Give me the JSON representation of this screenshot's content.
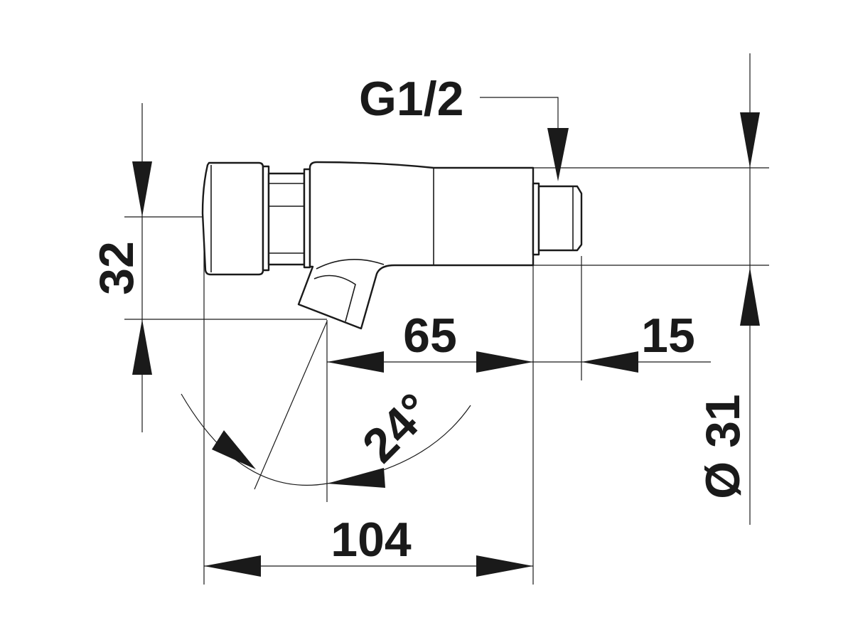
{
  "drawing": {
    "label_thread": "G1/2",
    "label_height": "32",
    "label_body_length": "65",
    "label_thread_length": "15",
    "label_angle": "24°",
    "label_total_length": "104",
    "label_diameter": "Ø 31"
  }
}
